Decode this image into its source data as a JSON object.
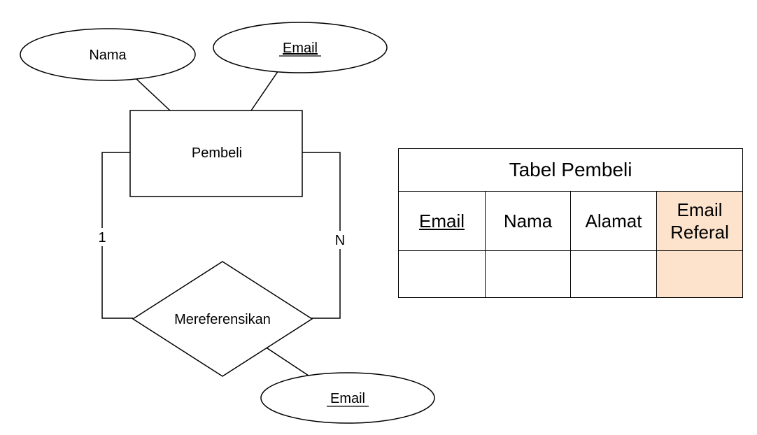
{
  "er": {
    "entity": "Pembeli",
    "relationship": "Mereferensikan",
    "attributes": {
      "nama": "Nama",
      "email": "Email",
      "rel_email": "Email"
    },
    "cardinality": {
      "left": "1",
      "right": "N"
    }
  },
  "table": {
    "title": "Tabel Pembeli",
    "columns": [
      {
        "label": "Email",
        "underlined": true
      },
      {
        "label": "Nama",
        "underlined": false
      },
      {
        "label": "Alamat",
        "underlined": false
      },
      {
        "label": "Email\nReferal",
        "underlined": false,
        "highlight": "#fde3cc"
      }
    ]
  }
}
